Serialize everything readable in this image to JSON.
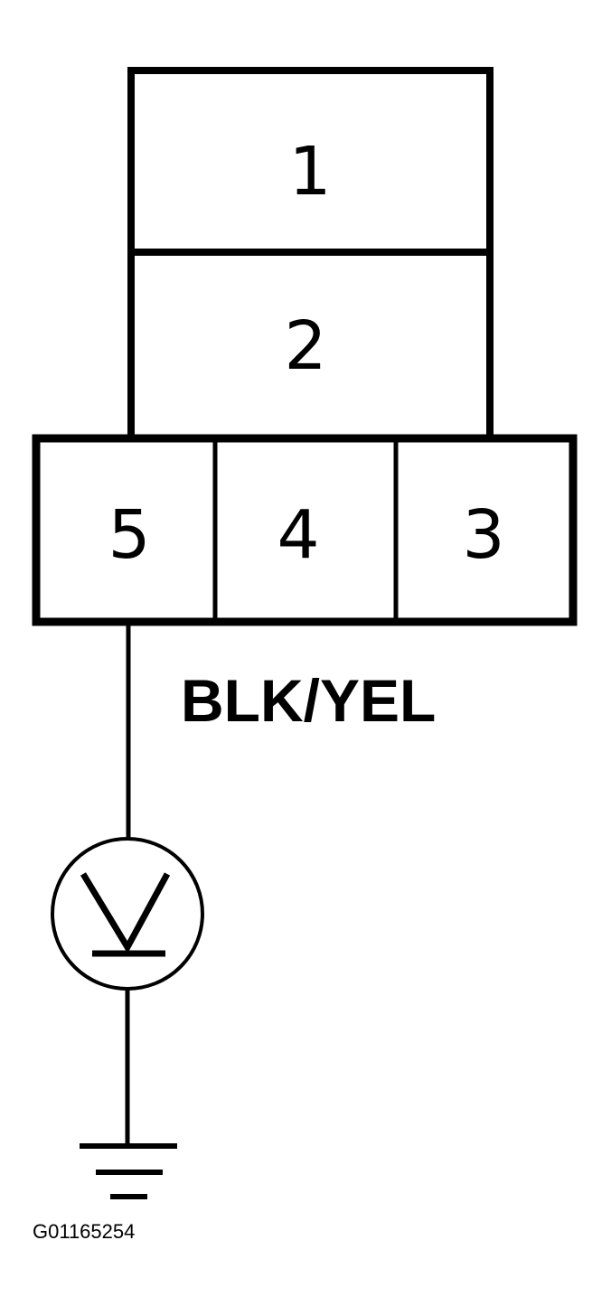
{
  "connector": {
    "pins": {
      "p1": "1",
      "p2": "2",
      "p3": "3",
      "p4": "4",
      "p5": "5"
    }
  },
  "wire": {
    "color_label": "BLK/YEL"
  },
  "meter": {
    "icon": "voltmeter-icon"
  },
  "ground": {
    "icon": "ground-symbol-icon"
  },
  "figure_id": "G01165254"
}
